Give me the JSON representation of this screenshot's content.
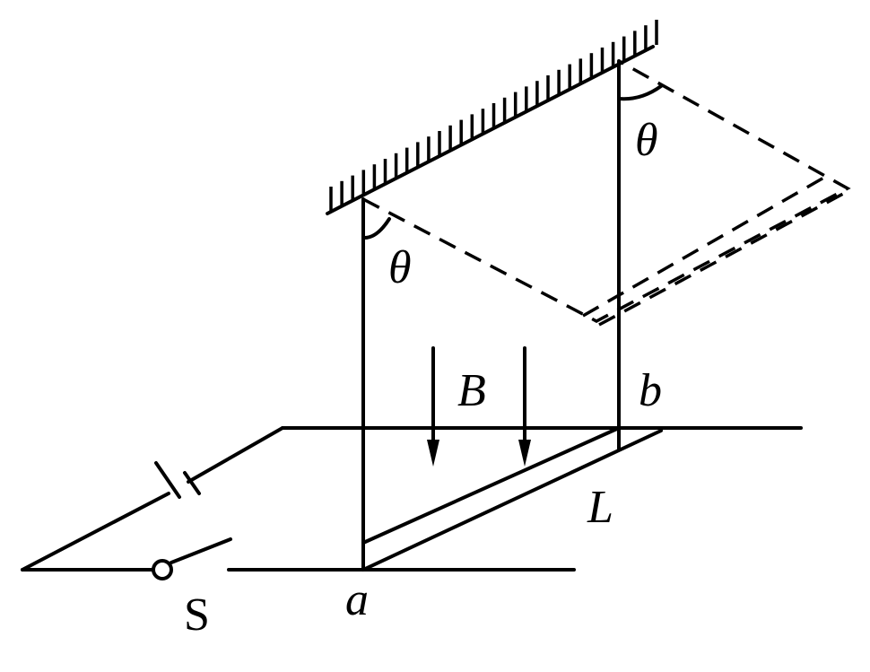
{
  "labels": {
    "theta_left": "θ",
    "theta_right": "θ",
    "field": "B",
    "point_b": "b",
    "rod": "L",
    "switch": "S",
    "point_a": "a"
  }
}
